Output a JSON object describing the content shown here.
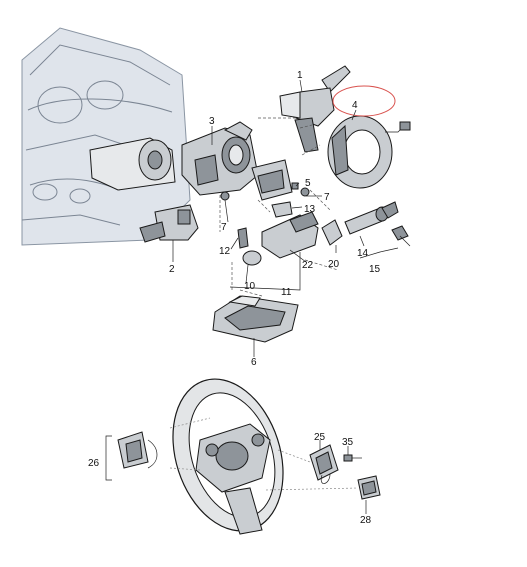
{
  "colors": {
    "part_fill": "#c9cdd1",
    "part_dark": "#8e949a",
    "outline": "#1a1a1a",
    "dashboard_bg": "#dfe4eb",
    "highlight_ellipse": "#d9534f"
  },
  "labels": {
    "p1": "1",
    "p2": "2",
    "p3": "3",
    "p4": "4",
    "p5": "5",
    "p6": "6",
    "p7a": "7",
    "p7b": "7",
    "p10": "10",
    "p11": "11",
    "p12": "12",
    "p13": "13",
    "p14": "14",
    "p15": "15",
    "p20": "20",
    "p22": "22",
    "p25": "25",
    "p26": "26",
    "p28": "28",
    "p35": "35"
  },
  "highlighted_part": "4"
}
